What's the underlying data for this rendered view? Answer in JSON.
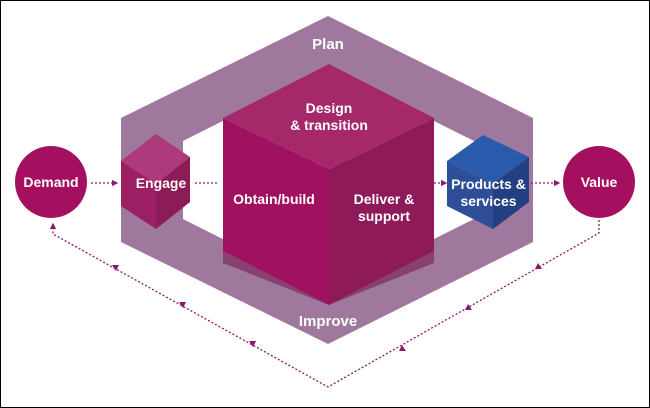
{
  "diagram": {
    "outer_band": {
      "top_label": "Plan",
      "bottom_label": "Improve"
    },
    "central_cube": {
      "top_face_label": "Design\n& transition",
      "left_face_label": "Obtain/build",
      "right_face_label": "Deliver &\nsupport"
    },
    "engage_cube": {
      "label": "Engage"
    },
    "products_cube": {
      "label": "Products &\nservices"
    },
    "demand_circle": {
      "label": "Demand"
    },
    "value_circle": {
      "label": "Value"
    },
    "feedback_loop": {
      "direction": "value-to-demand"
    }
  },
  "colors": {
    "band": "#9f799d",
    "cube_top": "#a4286a",
    "cube_left": "#a0115f",
    "cube_right": "#8e1a5a",
    "cube_bottom": "#7a1a52",
    "circle": "#a4105f",
    "products_blue": "#2a55a4",
    "arrow": "#8a1a6a"
  }
}
